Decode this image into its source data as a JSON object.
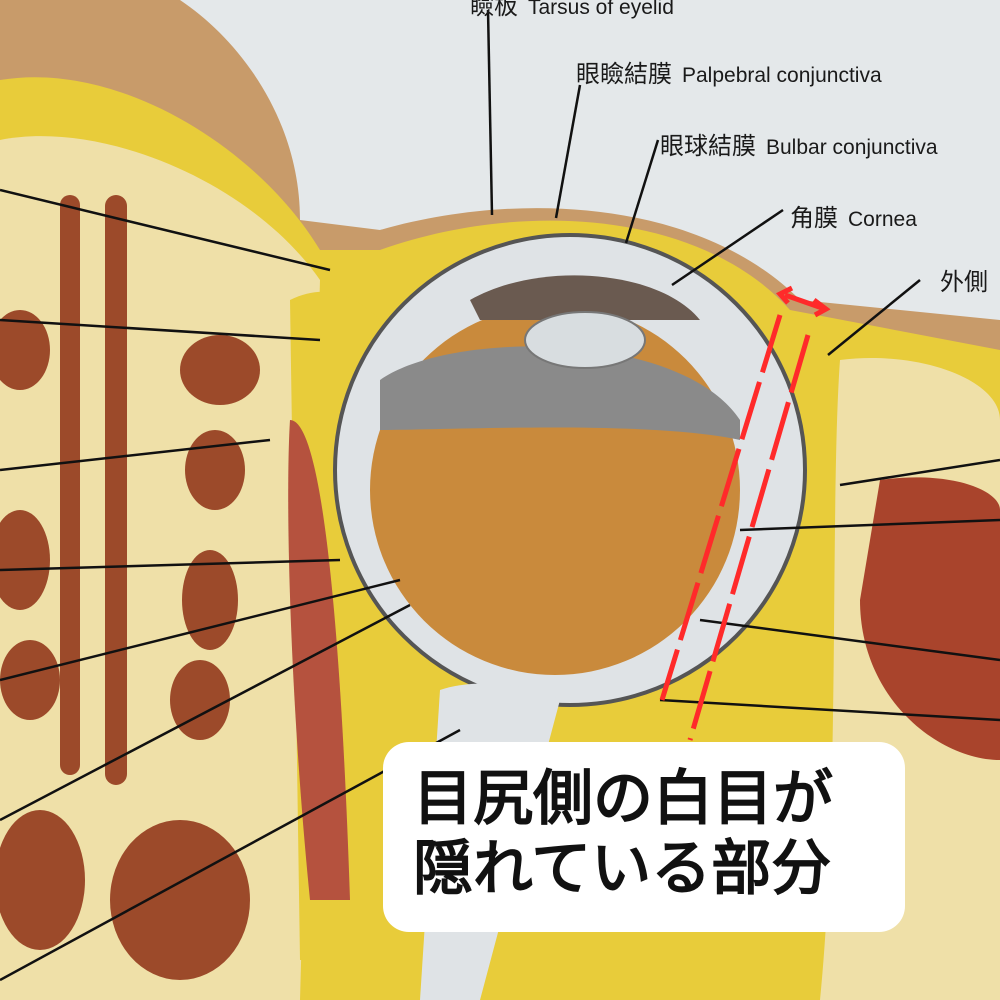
{
  "labels": [
    {
      "jp": "瞼板",
      "en": "Tarsus of eyelid"
    },
    {
      "jp": "眼瞼結膜",
      "en": "Palpebral conjunctiva"
    },
    {
      "jp": "眼球結膜",
      "en": "Bulbar conjunctiva"
    },
    {
      "jp": "角膜",
      "en": "Cornea"
    },
    {
      "jp": "外側",
      "en": ""
    }
  ],
  "caption": {
    "line1": "目尻側の白目が",
    "line2": "隠れている部分"
  },
  "colors": {
    "annotation": "#ff2a2a",
    "fat": "#e8cc3a",
    "bone": "#efe0a8",
    "lens": "#c98a3c",
    "muscle": "#b5523e"
  }
}
